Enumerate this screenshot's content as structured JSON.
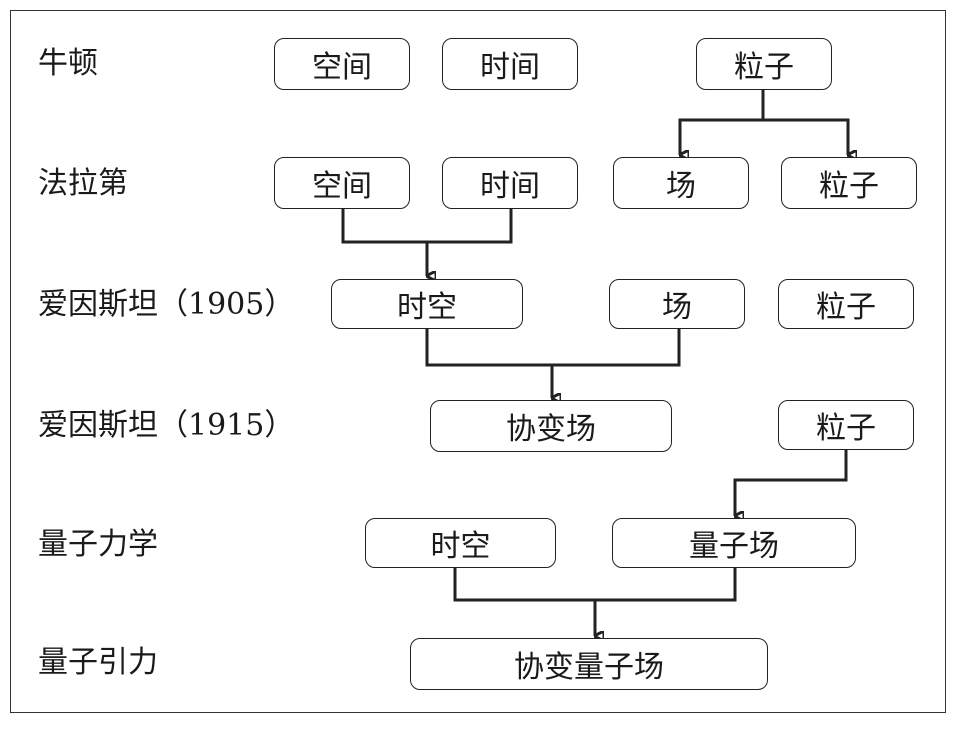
{
  "rows": {
    "newton": "牛顿",
    "faraday": "法拉第",
    "einstein1905": "爱因斯坦（1905）",
    "einstein1915": "爱因斯坦（1915）",
    "quantum_mechanics": "量子力学",
    "quantum_gravity": "量子引力"
  },
  "nodes": {
    "newton_space": "空间",
    "newton_time": "时间",
    "newton_particle": "粒子",
    "faraday_space": "空间",
    "faraday_time": "时间",
    "faraday_field": "场",
    "faraday_particle": "粒子",
    "e1905_spacetime": "时空",
    "e1905_field": "场",
    "e1905_particle": "粒子",
    "e1915_covariant_field": "协变场",
    "e1915_particle": "粒子",
    "qm_spacetime": "时空",
    "qm_quantum_field": "量子场",
    "qg_covariant_quantum_field": "协变量子场"
  }
}
